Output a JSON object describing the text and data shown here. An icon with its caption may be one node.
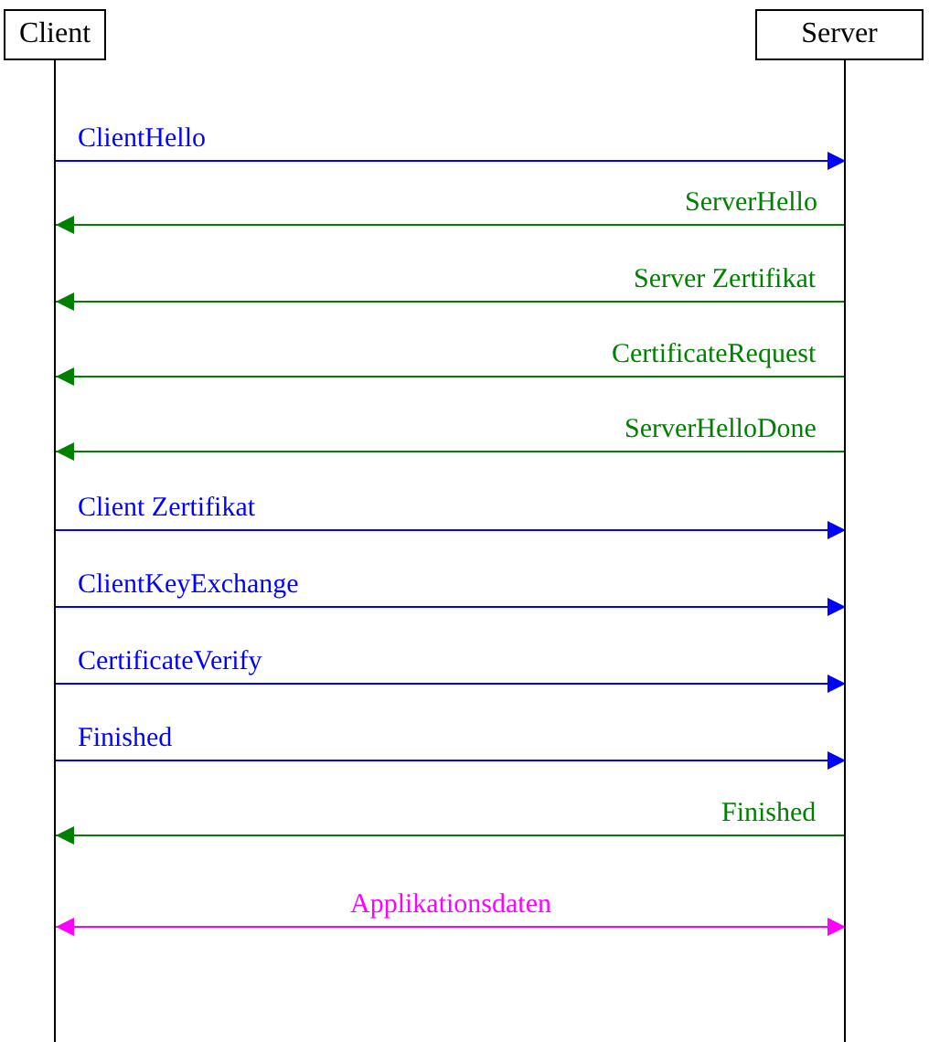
{
  "diagram": {
    "nodes": [
      {
        "text": [
          "Client"
        ]
      },
      {
        "text": [
          "Server"
        ]
      }
    ],
    "edges": [
      {
        "from": 0,
        "to": 1,
        "arrow": "to",
        "label": "ClientHello",
        "color": "#0000ff"
      },
      {
        "from": 1,
        "to": 0,
        "arrow": "to",
        "label": "ServerHello",
        "color": "#008000"
      },
      {
        "from": 1,
        "to": 0,
        "arrow": "to",
        "label": "Server Zertifikat",
        "color": "#008000"
      },
      {
        "from": 1,
        "to": 0,
        "arrow": "to",
        "label": "CertificateRequest",
        "color": "#008000"
      },
      {
        "from": 1,
        "to": 0,
        "arrow": "to",
        "label": "ServerHelloDone",
        "color": "#008000"
      },
      {
        "from": 0,
        "to": 1,
        "arrow": "to",
        "label": "Client Zertifikat",
        "color": "#0000ff"
      },
      {
        "from": 0,
        "to": 1,
        "arrow": "to",
        "label": "ClientKeyExchange",
        "color": "#0000ff"
      },
      {
        "from": 0,
        "to": 1,
        "arrow": "to",
        "label": "CertificateVerify",
        "color": "#0000ff"
      },
      {
        "from": 0,
        "to": 1,
        "arrow": "to",
        "label": "Finished",
        "color": "#0000ff"
      },
      {
        "from": 1,
        "to": 0,
        "arrow": "to",
        "label": "Finished",
        "color": "#008000"
      },
      {
        "from": 0,
        "to": 1,
        "arrow": "both",
        "label": "Applikationsdaten",
        "color": "#ff00ff"
      }
    ]
  }
}
